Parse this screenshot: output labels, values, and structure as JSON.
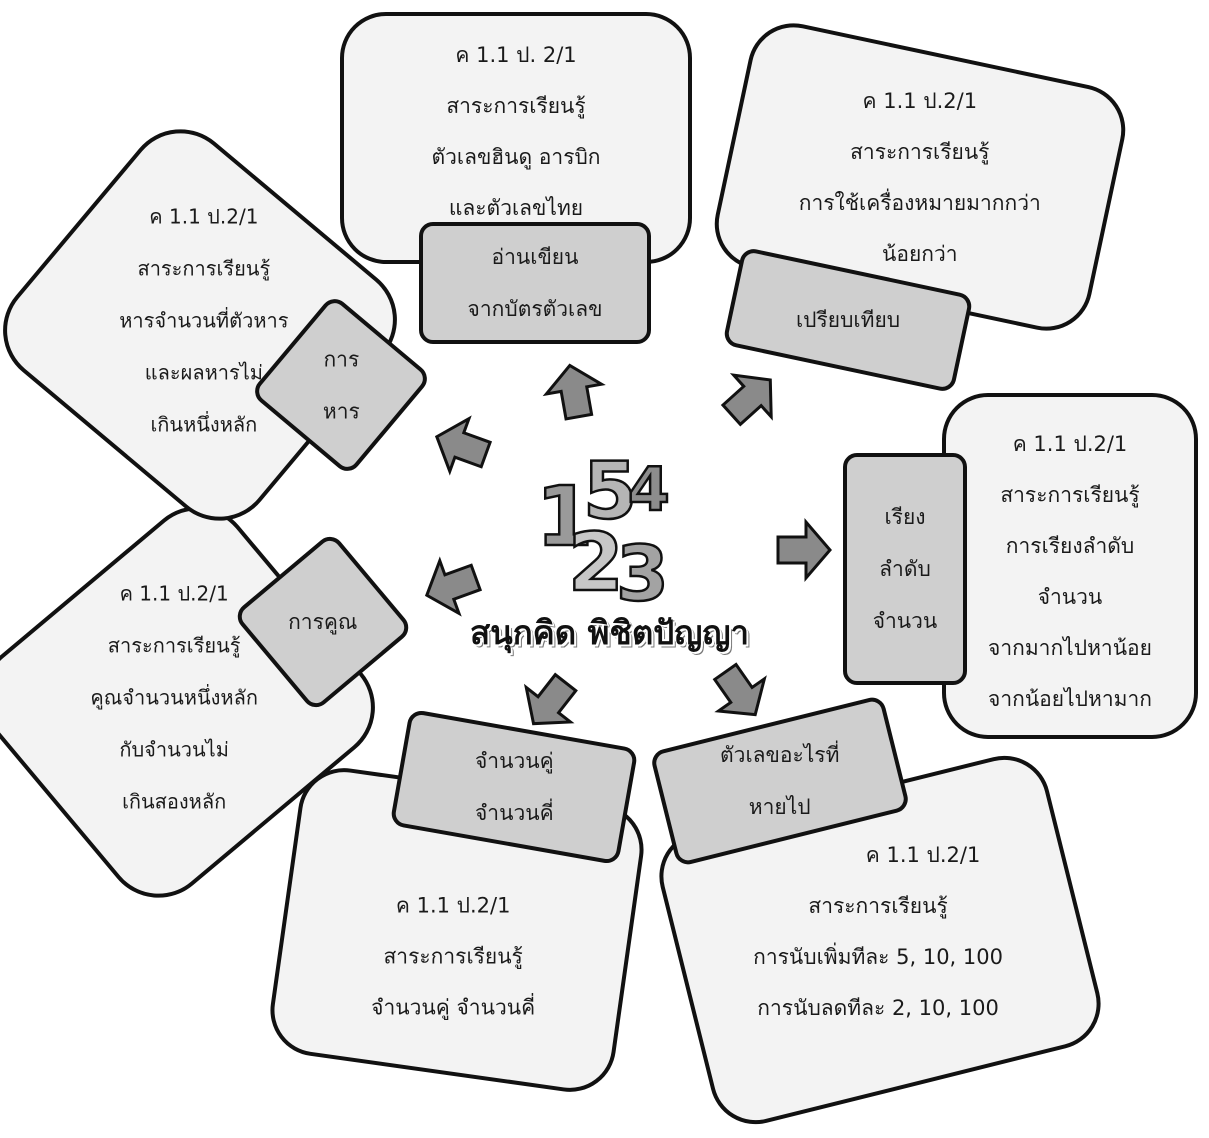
{
  "center": {
    "title": "สนุกคิด พิชิตปัญญา",
    "logo_digits": [
      "1",
      "2",
      "3",
      "4",
      "5"
    ]
  },
  "nodes": {
    "top": {
      "lines": [
        "ค 1.1 ป. 2/1",
        "สาระการเรียนรู้",
        "ตัวเลขฮินดู อารบิก",
        "และตัวเลขไทย"
      ],
      "tag": [
        "อ่านเขียน",
        "จากบัตรตัวเลข"
      ]
    },
    "top_right": {
      "lines": [
        "ค 1.1  ป.2/1",
        "สาระการเรียนรู้",
        "การใช้เครื่องหมายมากกว่า",
        "น้อยกว่า"
      ],
      "tag": [
        "เปรียบเทียบ"
      ]
    },
    "right": {
      "lines": [
        "ค 1.1  ป.2/1",
        "สาระการเรียนรู้",
        "การเรียงลำดับ",
        "จำนวน",
        "จากมากไปหาน้อย",
        "จากน้อยไปหามาก"
      ],
      "tag": [
        "เรียง",
        "ลำดับ",
        "จำนวน"
      ]
    },
    "bottom_right": {
      "lines": [
        "ค 1.1  ป.2/1",
        "สาระการเรียนรู้",
        "การนับเพิ่มทีละ 5, 10, 100",
        "การนับลดทีละ 2, 10, 100"
      ],
      "tag": [
        "ตัวเลขอะไรที่",
        "หายไป"
      ]
    },
    "bottom": {
      "lines": [
        "ค 1.1  ป.2/1",
        "สาระการเรียนรู้",
        "จำนวนคู่  จำนวนคี่"
      ],
      "tag": [
        "จำนวนคู่",
        "จำนวนคี่"
      ]
    },
    "left_bottom": {
      "lines": [
        "ค 1.1  ป.2/1",
        "สาระการเรียนรู้",
        "คูณจำนวนหนึ่งหลัก",
        "กับจำนวนไม่",
        "เกินสองหลัก"
      ],
      "tag": [
        "การคูณ"
      ]
    },
    "left_top": {
      "lines": [
        "ค 1.1  ป.2/1",
        "สาระการเรียนรู้",
        "หารจำนวนที่ตัวหาร",
        "และผลหารไม่",
        "เกินหนึ่งหลัก"
      ],
      "tag": [
        "การ",
        "หาร"
      ]
    }
  },
  "colors": {
    "card_fill": "#f3f3f3",
    "tag_fill": "#cfcfcf",
    "arrow_fill": "#8a8a8a",
    "border": "#111111"
  }
}
